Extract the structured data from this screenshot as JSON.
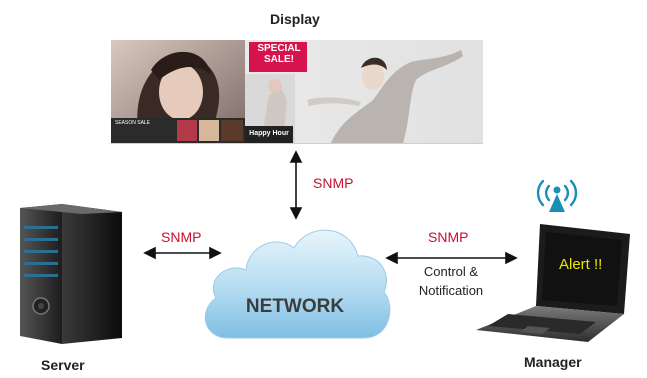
{
  "display": {
    "title": "Display"
  },
  "ad": {
    "sale": "SPECIAL SALE!",
    "happy_hour": "Happy Hour",
    "season": "SEASON SALE"
  },
  "links": {
    "server_network": "SNMP",
    "display_network": "SNMP",
    "network_manager": "SNMP",
    "control_notification": "Control & Notification"
  },
  "network": {
    "label": "NETWORK"
  },
  "server": {
    "title": "Server"
  },
  "manager": {
    "title": "Manager",
    "screen_text": "Alert !!"
  },
  "colors": {
    "snmp": "#c8102e",
    "cloud": "#a8d4ee",
    "alert_icon": "#1a8fb5",
    "alert_text": "#e8e800"
  }
}
